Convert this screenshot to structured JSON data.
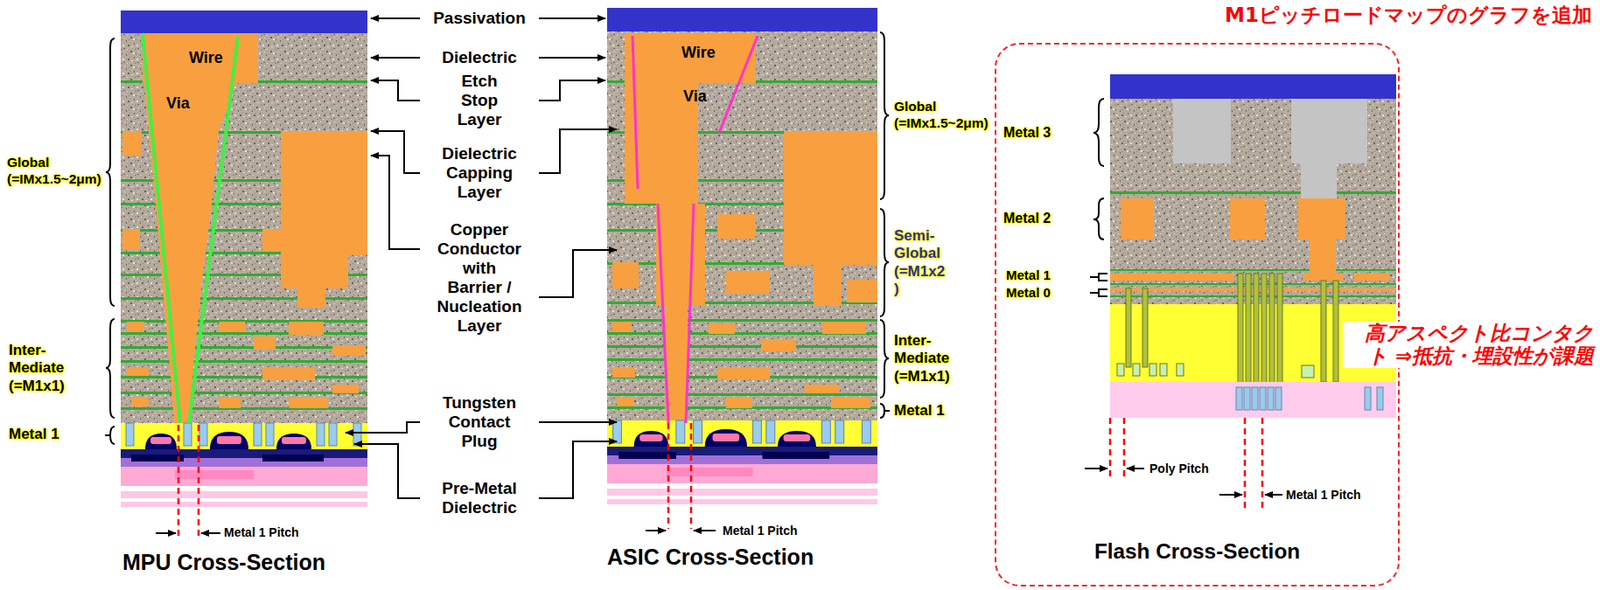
{
  "diagram": {
    "nodes": [
      {
        "text": [
          "Flash Cross-Section"
        ]
      }
    ],
    "labels": [
      "Passivation",
      "Dielectric",
      "Etch Stop Layer",
      "Dielectric Capping Layer",
      "Copper Conductor with Barrier / Nucleation Layer",
      "Tungsten Contact Plug",
      "Pre-Metal Dielectric",
      "Wire",
      "Via",
      "Wire",
      "Via",
      "Global (=IMx1.5~2μm)",
      "Inter- Mediate (=M1x1)",
      "Metal 1",
      "Metal 1 Pitch",
      "MPU Cross-Section",
      "Global (=IMx1.5~2μm)",
      "Semi- Global (=M1x2 )",
      "Inter- Mediate (=M1x1)",
      "Metal 1",
      "Metal 1 Pitch",
      "ASIC Cross-Section",
      "M1ピッチロードマップのグラフを追加",
      "Metal 3",
      "Metal 2",
      "Metal 1",
      "Metal 0",
      "高アスペクト比コンタクト ⇒抵抗・埋設性が課題",
      "Poly Pitch",
      "Metal 1 Pitch"
    ]
  }
}
